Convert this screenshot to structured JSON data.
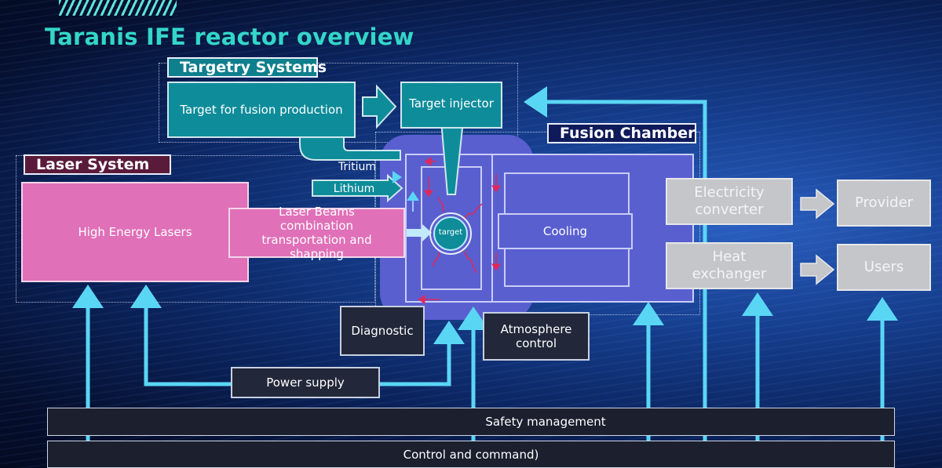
{
  "title": "Taranis IFE reactor overview",
  "sections": {
    "targetry": "Targetry Systems",
    "laser": "Laser System",
    "chamber": "Fusion Chamber"
  },
  "boxes": {
    "target_production": "Target for fusion production",
    "target_injector": "Target injector",
    "tritium": "Tritium",
    "lithium": "Lithium",
    "high_energy_lasers": "High Energy Lasers",
    "laser_beams": "Laser Beams combination transportation and shapping",
    "target": "target",
    "cooling": "Cooling",
    "electricity_converter": "Electricity converter",
    "heat_exchanger": "Heat exchanger",
    "provider": "Provider",
    "users": "Users",
    "diagnostic": "Diagnostic",
    "atmosphere_control": "Atmosphere control",
    "power_supply": "Power supply",
    "safety_management": "Safety management",
    "control_and_command": "Control and command)"
  },
  "colors": {
    "title": "#33d6c8",
    "teal": "#0e8c9a",
    "pink": "#e070b8",
    "violet": "#5a5fd0",
    "arrow": "#5ad6f5",
    "maroon_tag": "#5a1a3a",
    "navy_tag": "#0f1a5a"
  }
}
